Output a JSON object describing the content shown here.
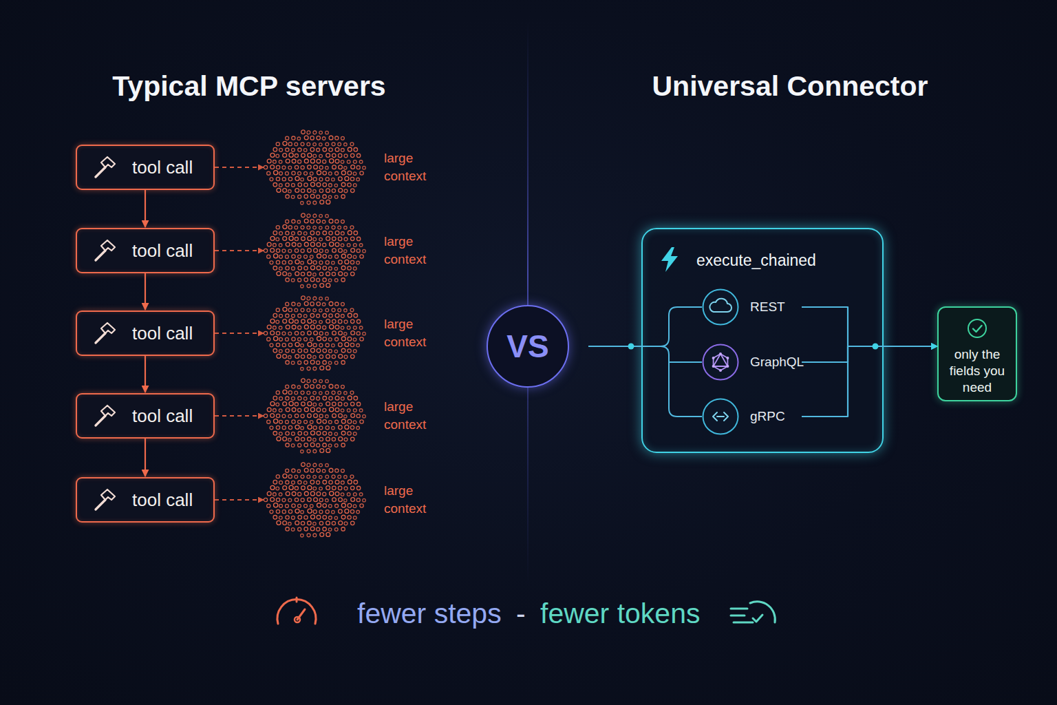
{
  "diagram": {
    "nodes": [
      {
        "text": [
          "tool call"
        ]
      },
      {
        "text": [
          "large context"
        ]
      },
      {
        "text": [
          "tool call"
        ]
      },
      {
        "text": [
          "large context"
        ]
      },
      {
        "text": [
          "tool call"
        ]
      },
      {
        "text": [
          "large context"
        ]
      },
      {
        "text": [
          "tool call"
        ]
      },
      {
        "text": [
          "large context"
        ]
      },
      {
        "text": [
          "tool call"
        ]
      },
      {
        "text": [
          "large context"
        ]
      },
      {
        "text": [
          "VS"
        ]
      },
      {
        "text": [
          "execute_chained"
        ]
      },
      {
        "text": [
          "REST"
        ],
        "in": 11
      },
      {
        "text": [
          "GraphQL"
        ],
        "in": 11
      },
      {
        "text": [
          "gRPC"
        ],
        "in": 11
      },
      {
        "text": [
          "only the fields you need"
        ]
      }
    ],
    "edges": [
      {
        "from": 0,
        "to": 1,
        "arrow": "to"
      },
      {
        "from": 0,
        "to": 2,
        "arrow": "to"
      },
      {
        "from": 2,
        "to": 3,
        "arrow": "to"
      },
      {
        "from": 2,
        "to": 4,
        "arrow": "to"
      },
      {
        "from": 4,
        "to": 5,
        "arrow": "to"
      },
      {
        "from": 4,
        "to": 6,
        "arrow": "to"
      },
      {
        "from": 6,
        "to": 7,
        "arrow": "to"
      },
      {
        "from": 6,
        "to": 8,
        "arrow": "to"
      },
      {
        "from": 8,
        "to": 9,
        "arrow": "to"
      },
      {
        "from": 12,
        "to": 15,
        "arrow": "to"
      },
      {
        "from": 13,
        "to": 15,
        "arrow": "to"
      },
      {
        "from": 14,
        "to": 15,
        "arrow": "to"
      }
    ],
    "labels": [
      "Typical MCP servers",
      "Universal Connector",
      "fewer steps",
      "-",
      "fewer tokens"
    ]
  }
}
